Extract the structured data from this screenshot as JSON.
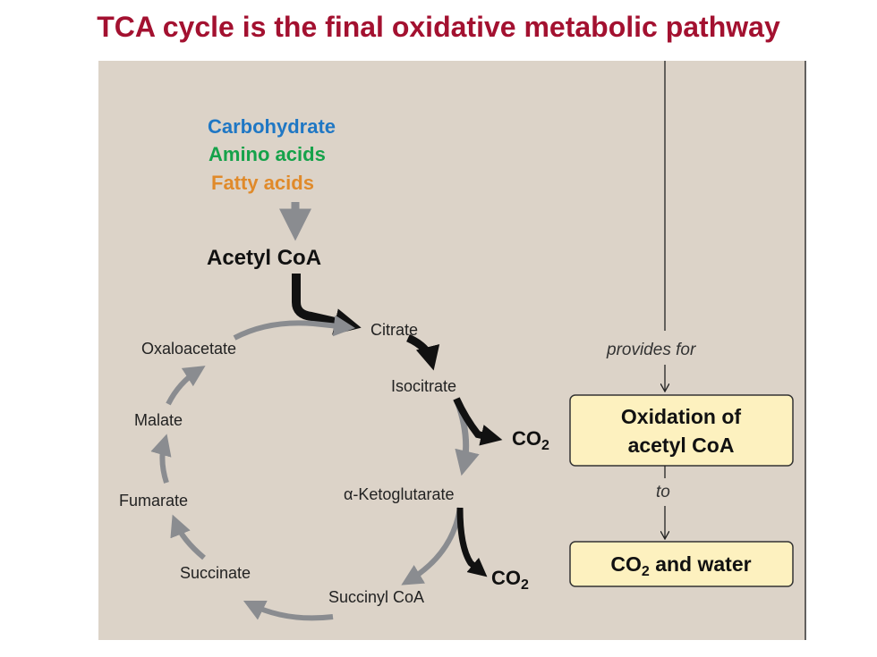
{
  "title": "TCA cycle is the final oxidative metabolic  pathway",
  "sources": {
    "carbohydrate": "Carbohydrate",
    "amino_acids": "Amino acids",
    "fatty_acids": "Fatty acids"
  },
  "acetyl_coa": "Acetyl CoA",
  "intermediates": {
    "citrate": "Citrate",
    "isocitrate": "Isocitrate",
    "alpha_ketoglutarate": "α-Ketoglutarate",
    "succinyl_coa": "Succinyl CoA",
    "succinate": "Succinate",
    "fumarate": "Fumarate",
    "malate": "Malate",
    "oxaloacetate": "Oxaloacetate"
  },
  "co2": {
    "text": "CO",
    "subscript": "2"
  },
  "side_panel": {
    "provides_for": "provides for",
    "box1_line1": "Oxidation of",
    "box1_line2": "acetyl  CoA",
    "to": "to",
    "box2_text": "CO",
    "box2_sub": "2",
    "box2_rest": " and water"
  },
  "colors": {
    "title": "#a31130",
    "background_panel": "#dcd3c8",
    "carbohydrate": "#1f77c4",
    "amino_acids": "#15a24a",
    "fatty_acids": "#e08a2a",
    "gray_arrow": "#8a8c90",
    "box_fill": "#fdf1bf"
  }
}
